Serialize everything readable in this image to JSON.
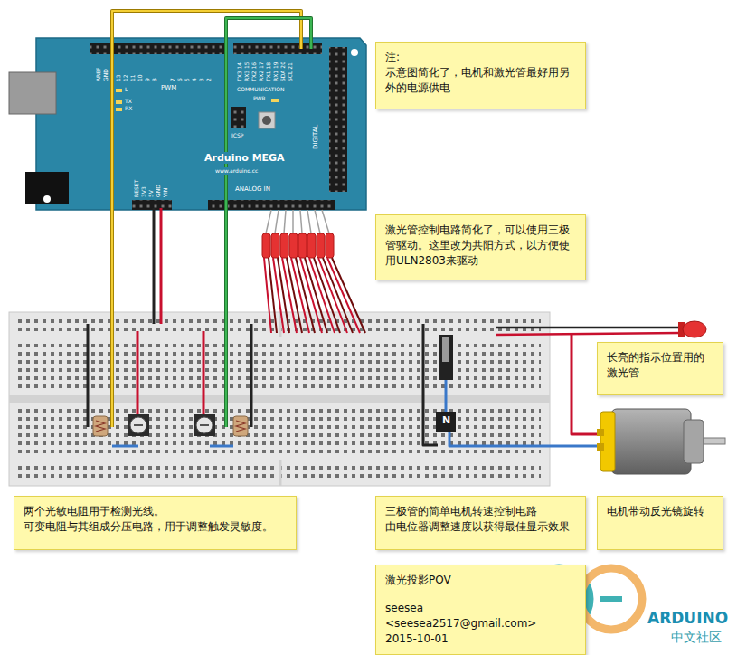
{
  "diagram": {
    "nodes": [
      {
        "text": [
          "注:",
          "示意图简化了，电机和激光管最好用另外的电源供电"
        ]
      },
      {
        "text": [
          "激光管控制电路简化了，可以使用三极管驱动。这里改为共阳方式，以方便使用ULN2803来驱动"
        ]
      },
      {
        "text": [
          "长亮的指示位置用的激光管"
        ]
      },
      {
        "text": [
          "两个光敏电阻用于检测光线。",
          "可变电阻与其组成分压电路，用于调整触发灵敏度。"
        ]
      },
      {
        "text": [
          "三极管的简单电机转速控制电路",
          "由电位器调整速度以获得最佳显示效果"
        ]
      },
      {
        "text": [
          "电机带动反光镜旋转"
        ]
      },
      {
        "text": [
          "激光投影POV",
          "seesea <seesea2517@gmail.com>",
          "2015-10-01"
        ]
      }
    ],
    "labels": [
      "AREF",
      "GND",
      "13",
      "12",
      "11",
      "10",
      "9",
      "8",
      "7",
      "6",
      "5",
      "4",
      "3",
      "2",
      "PWM",
      "TX3 14",
      "RX3 15",
      "TX2 16",
      "RX2 17",
      "TX1 18",
      "RX1 19",
      "SDA 20",
      "SCL 21",
      "COMMUNICATION",
      "L",
      "TX",
      "RX",
      "PWR",
      "ICSP",
      "Arduino MEGA",
      "www.arduino.cc",
      "DIGITAL",
      "RESET",
      "3V3",
      "5V",
      "GND",
      "VIN",
      "ANALOG IN",
      "N",
      "ARDUINO",
      "中文社区"
    ]
  }
}
